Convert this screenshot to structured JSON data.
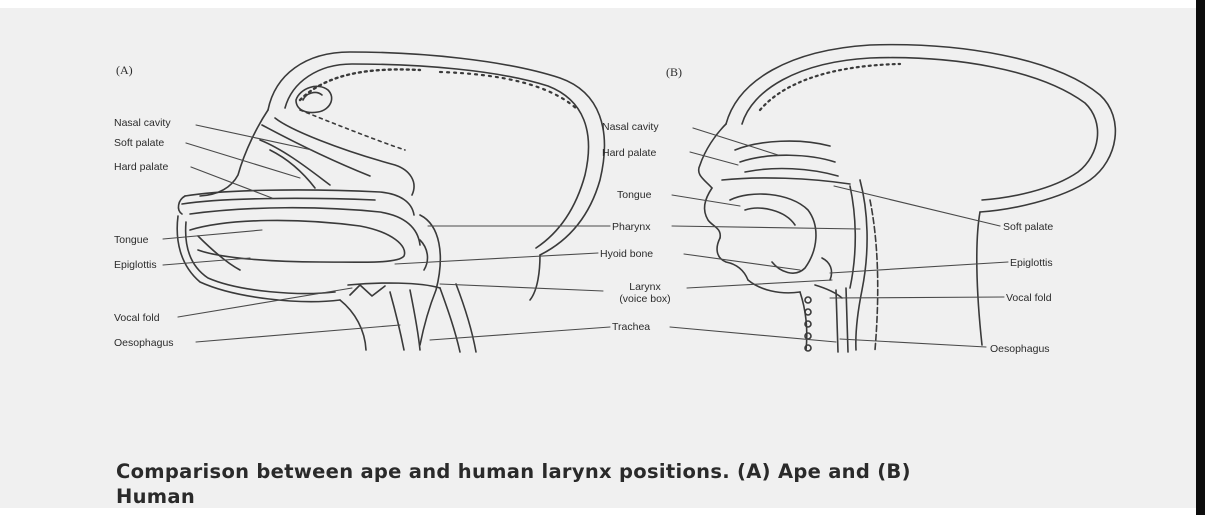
{
  "panels": {
    "a_label": "(A)",
    "b_label": "(B)"
  },
  "ape_labels": {
    "nasal_cavity": "Nasal cavity",
    "soft_palate": "Soft palate",
    "hard_palate": "Hard palate",
    "tongue": "Tongue",
    "epiglottis": "Epiglottis",
    "vocal_fold": "Vocal fold",
    "oesophagus": "Oesophagus"
  },
  "center_labels": {
    "pharynx": "Pharynx",
    "hyoid_bone": "Hyoid bone",
    "larynx_line1": "Larynx",
    "larynx_line2": "(voice box)",
    "trachea": "Trachea"
  },
  "human_labels": {
    "nasal_cavity": "Nasal cavity",
    "hard_palate": "Hard palate",
    "tongue": "Tongue",
    "soft_palate": "Soft palate",
    "epiglottis": "Epiglottis",
    "vocal_fold": "Vocal fold",
    "oesophagus": "Oesophagus"
  },
  "caption": {
    "line1": "Comparison between ape and human larynx positions. (A) Ape and (B)",
    "line2": "Human"
  }
}
